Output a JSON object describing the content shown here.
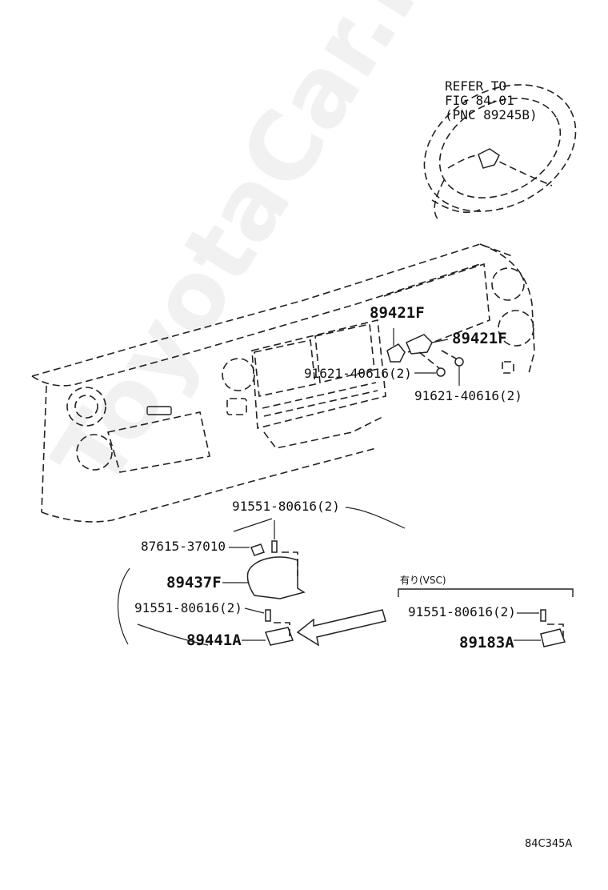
{
  "reference": {
    "line1": "REFER TO",
    "line2": "FIG 84-01",
    "line3": "(PNC 89245B)"
  },
  "labels": {
    "sensor_left": "89421F",
    "sensor_right": "89421F",
    "bolt_left": "91621-40616(2)",
    "bolt_right": "91621-40616(2)",
    "screw_top": "91551-80616(2)",
    "clip": "87615-37010",
    "cover": "89437F",
    "screw_lower": "91551-80616(2)",
    "bracket": "89441A",
    "vsc_note": "有り(VSC)",
    "vsc_screw": "91551-80616(2)",
    "vsc_sensor": "89183A"
  },
  "watermark": "ToyotaCar.Info",
  "figure_code": "84C345A",
  "colors": {
    "line": "#222222",
    "watermark": "#787878"
  }
}
